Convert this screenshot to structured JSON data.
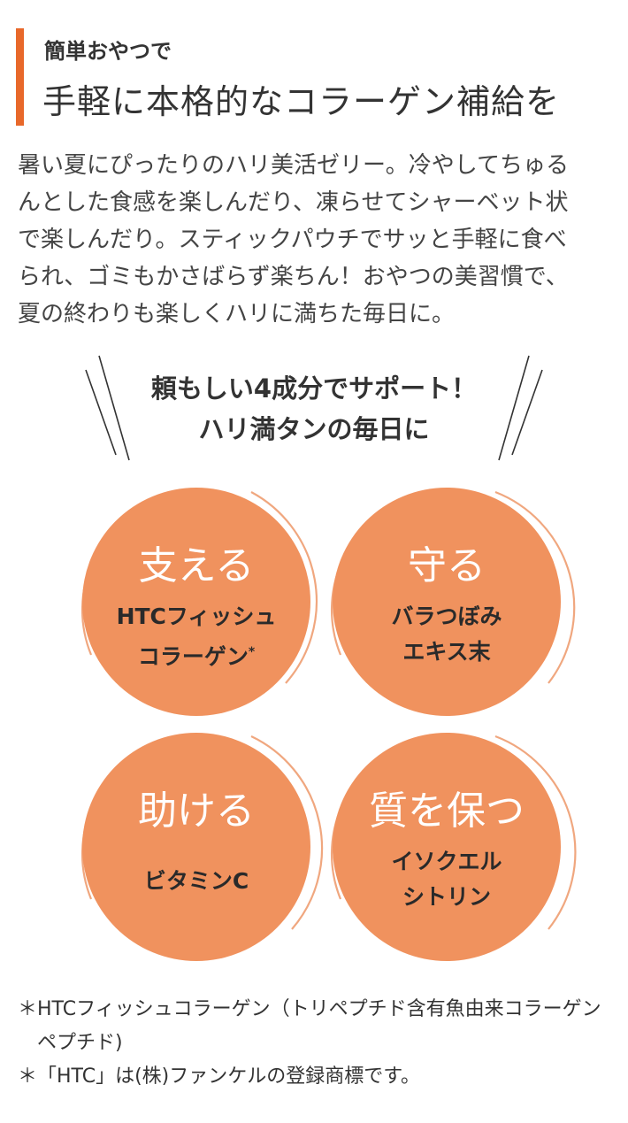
{
  "header": {
    "subtitle": "簡単おやつで",
    "title": "手軽に本格的なコラーゲン補給を"
  },
  "intro": {
    "lines": [
      "暑い夏にぴったりのハリ美活ゼリー。冷やしてちゅる",
      "んとした食感を楽しんだり、凍らせてシャーベット状",
      "で楽しんだり。スティックパウチでサッと手軽に食べ",
      "られ、ゴミもかさばらず楽ちん！おやつの美習慣で、",
      "夏の終わりも楽しくハリに満ちた毎日に。"
    ]
  },
  "lead": {
    "line1": "頼もしい4成分でサポート！",
    "line2": "ハリ満タンの毎日に"
  },
  "ingredients": [
    {
      "verb": "支える",
      "line1": "HTCフィッシュ",
      "line2": "コラーゲン",
      "mark": "*"
    },
    {
      "verb": "守る",
      "line1": "バラつぼみ",
      "line2": "エキス末"
    },
    {
      "verb": "助ける",
      "line1": "ビタミンC"
    },
    {
      "verb": "質を保つ",
      "line1": "イソクエル",
      "line2": "シトリン"
    }
  ],
  "notes": [
    {
      "mark": "＊",
      "text": "HTCフィッシュコラーゲン（トリペプチド含有魚由来コラーゲンペプチド)"
    },
    {
      "mark": "＊",
      "text": "「HTC」は(株)ファンケルの登録商標です。"
    }
  ],
  "colors": {
    "accent": "#e8682a",
    "circle": "#f0925e",
    "ring": "#f0a77f"
  }
}
